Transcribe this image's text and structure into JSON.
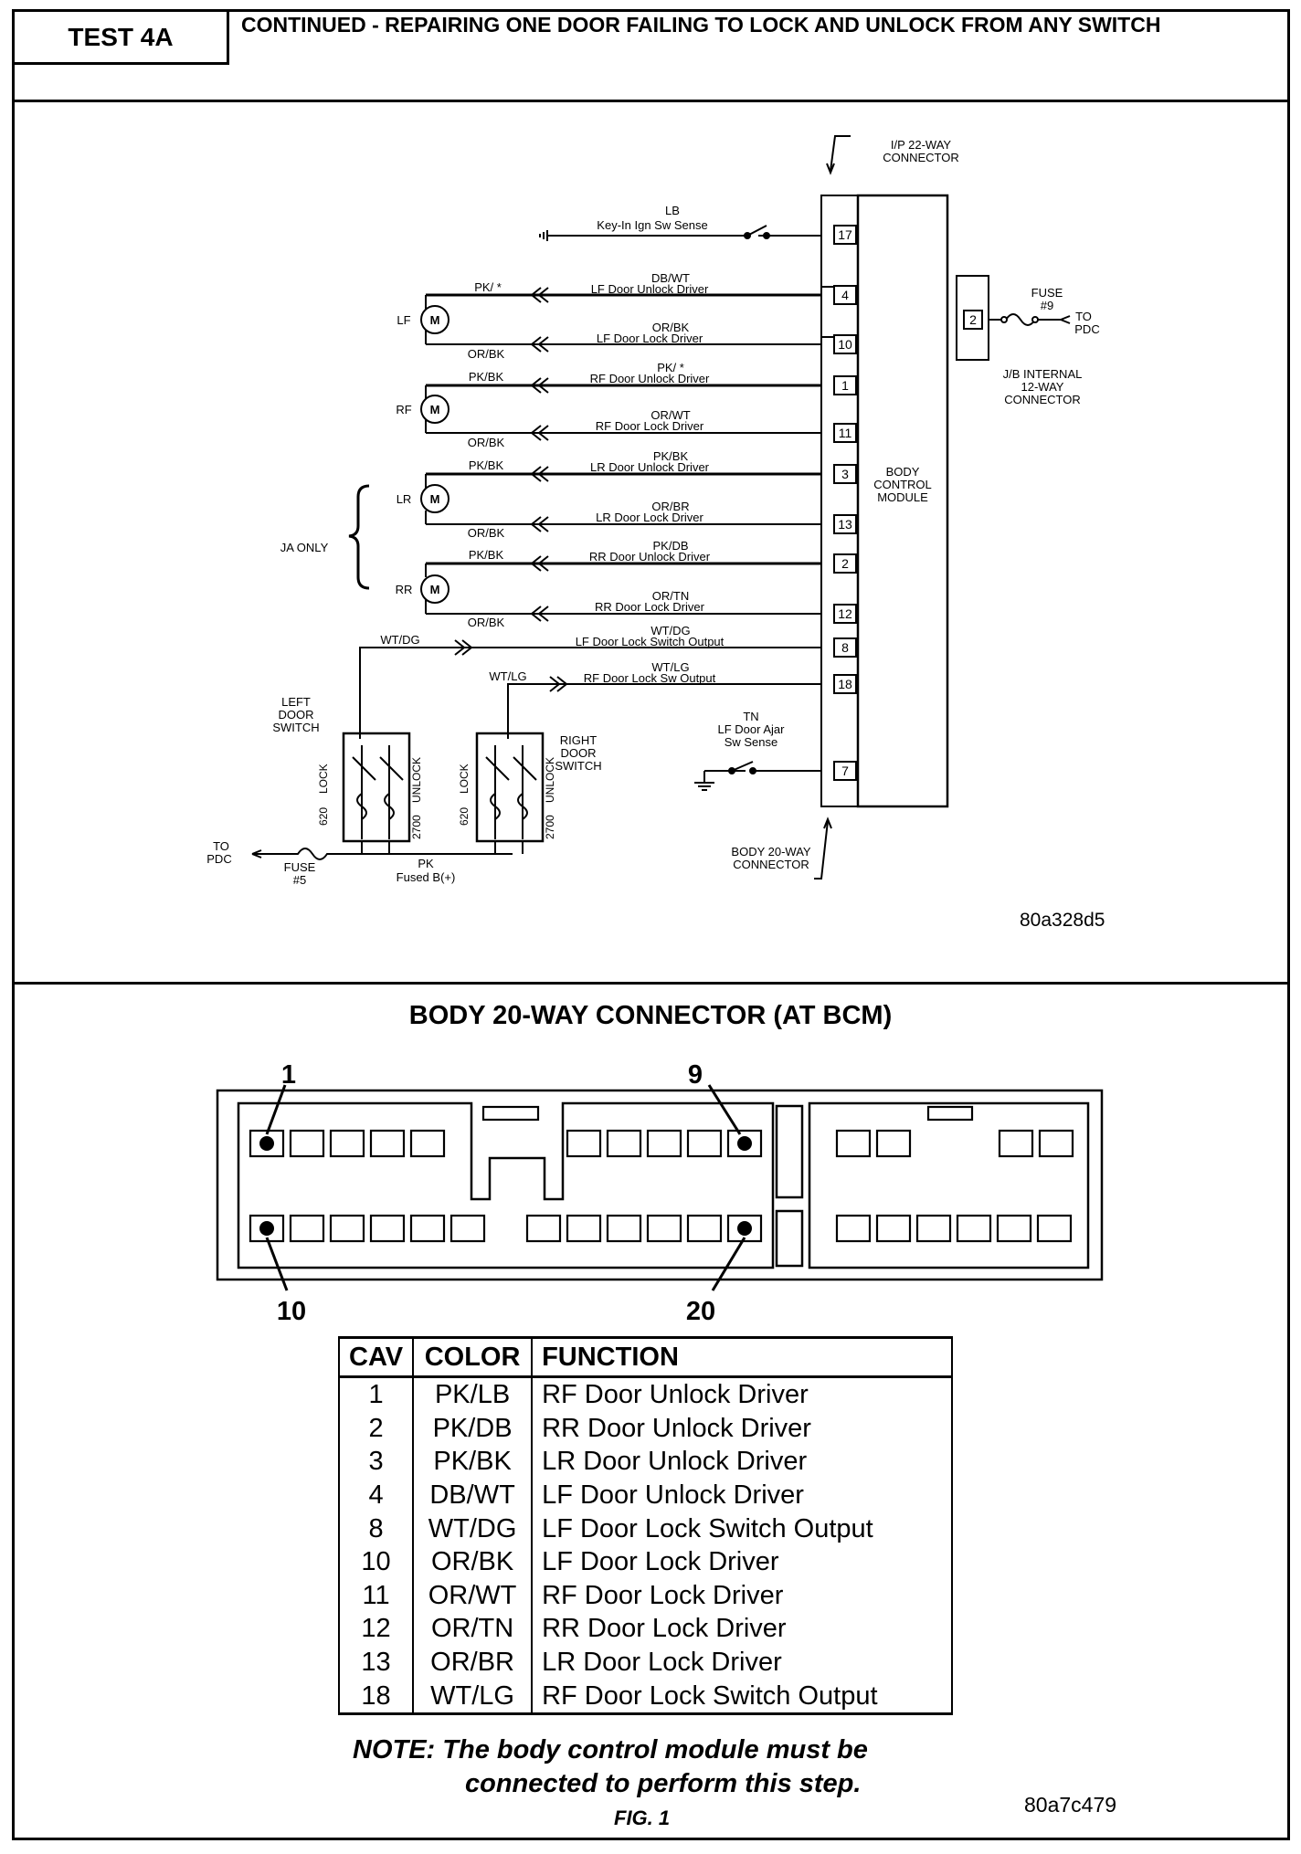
{
  "header": {
    "test_label": "TEST 4A",
    "title": "CONTINUED - REPAIRING ONE DOOR FAILING TO LOCK AND UNLOCK FROM ANY SWITCH"
  },
  "schematic": {
    "ip_connector": [
      "I/P 22-WAY",
      "CONNECTOR"
    ],
    "key_in": {
      "color": "LB",
      "name": "Key-In Ign Sw Sense",
      "pin": "17"
    },
    "fuse9": {
      "label": "FUSE",
      "num": "#9",
      "pin": "2",
      "to": [
        "TO",
        "PDC"
      ]
    },
    "jb_connector": [
      "J/B INTERNAL",
      "12-WAY",
      "CONNECTOR"
    ],
    "bcm_label": [
      "BODY",
      "CONTROL",
      "MODULE"
    ],
    "motor_symbol": "M",
    "motors": [
      "LF",
      "RF",
      "LR",
      "RR"
    ],
    "wires": [
      {
        "left": "PK/ *",
        "color": "DB/WT",
        "name": "LF Door Unlock Driver",
        "pin": "4"
      },
      {
        "left": "OR/BK",
        "color": "OR/BK",
        "name": "LF Door Lock Driver",
        "pin": "10"
      },
      {
        "left": "PK/BK",
        "color": "PK/ *",
        "name": "RF Door Unlock Driver",
        "pin": "1"
      },
      {
        "left": "OR/BK",
        "color": "OR/WT",
        "name": "RF Door Lock Driver",
        "pin": "11"
      },
      {
        "left": "PK/BK",
        "color": "PK/BK",
        "name": "LR Door Unlock Driver",
        "pin": "3"
      },
      {
        "left": "OR/BK",
        "color": "OR/BR",
        "name": "LR Door Lock Driver",
        "pin": "13"
      },
      {
        "left": "PK/BK",
        "color": "PK/DB",
        "name": "RR Door Unlock Driver",
        "pin": "2"
      },
      {
        "left": "OR/BK",
        "color": "OR/TN",
        "name": "RR Door Lock Driver",
        "pin": "12"
      }
    ],
    "ja_only": "JA ONLY",
    "lf_switch_wire": {
      "left": "WT/DG",
      "color": "WT/DG",
      "name": "LF Door Lock Switch Output",
      "pin": "8"
    },
    "rf_switch_wire": {
      "left": "WT/LG",
      "color": "WT/LG",
      "name": "RF Door Lock Sw Output",
      "pin": "18"
    },
    "ajar": {
      "color": "TN",
      "name": [
        "LF Door Ajar",
        "Sw Sense"
      ],
      "pin": "7"
    },
    "left_switch": [
      "LEFT",
      "DOOR",
      "SWITCH"
    ],
    "right_switch": [
      "RIGHT",
      "DOOR",
      "SWITCH"
    ],
    "switch_labels": {
      "lock": "LOCK",
      "unlock": "UNLOCK",
      "r1": "620",
      "r2": "2700"
    },
    "fuse5": {
      "to": [
        "TO",
        "PDC"
      ],
      "label": "FUSE",
      "num": "#5"
    },
    "fused": {
      "color": "PK",
      "name": "Fused B(+)"
    },
    "body_connector": [
      "BODY 20-WAY",
      "CONNECTOR"
    ],
    "image_code": "80a328d5"
  },
  "connector": {
    "title": "BODY 20-WAY CONNECTOR (AT BCM)",
    "callouts": {
      "c1": "1",
      "c9": "9",
      "c10": "10",
      "c20": "20"
    }
  },
  "table": {
    "headers": [
      "CAV",
      "COLOR",
      "FUNCTION"
    ],
    "rows": [
      [
        "1",
        "PK/LB",
        "RF Door Unlock Driver"
      ],
      [
        "2",
        "PK/DB",
        "RR Door Unlock Driver"
      ],
      [
        "3",
        "PK/BK",
        "LR Door Unlock Driver"
      ],
      [
        "4",
        "DB/WT",
        "LF Door Unlock Driver"
      ],
      [
        "8",
        "WT/DG",
        "LF Door Lock Switch Output"
      ],
      [
        "10",
        "OR/BK",
        "LF Door Lock Driver"
      ],
      [
        "11",
        "OR/WT",
        "RF Door Lock Driver"
      ],
      [
        "12",
        "OR/TN",
        "RR Door Lock Driver"
      ],
      [
        "13",
        "OR/BR",
        "LR Door Lock Driver"
      ],
      [
        "18",
        "WT/LG",
        "RF Door Lock Switch Output"
      ]
    ]
  },
  "note": {
    "line1": "NOTE: The body control module must be",
    "line2": "connected to perform this step."
  },
  "fig": "FIG. 1",
  "image_code2": "80a7c479"
}
